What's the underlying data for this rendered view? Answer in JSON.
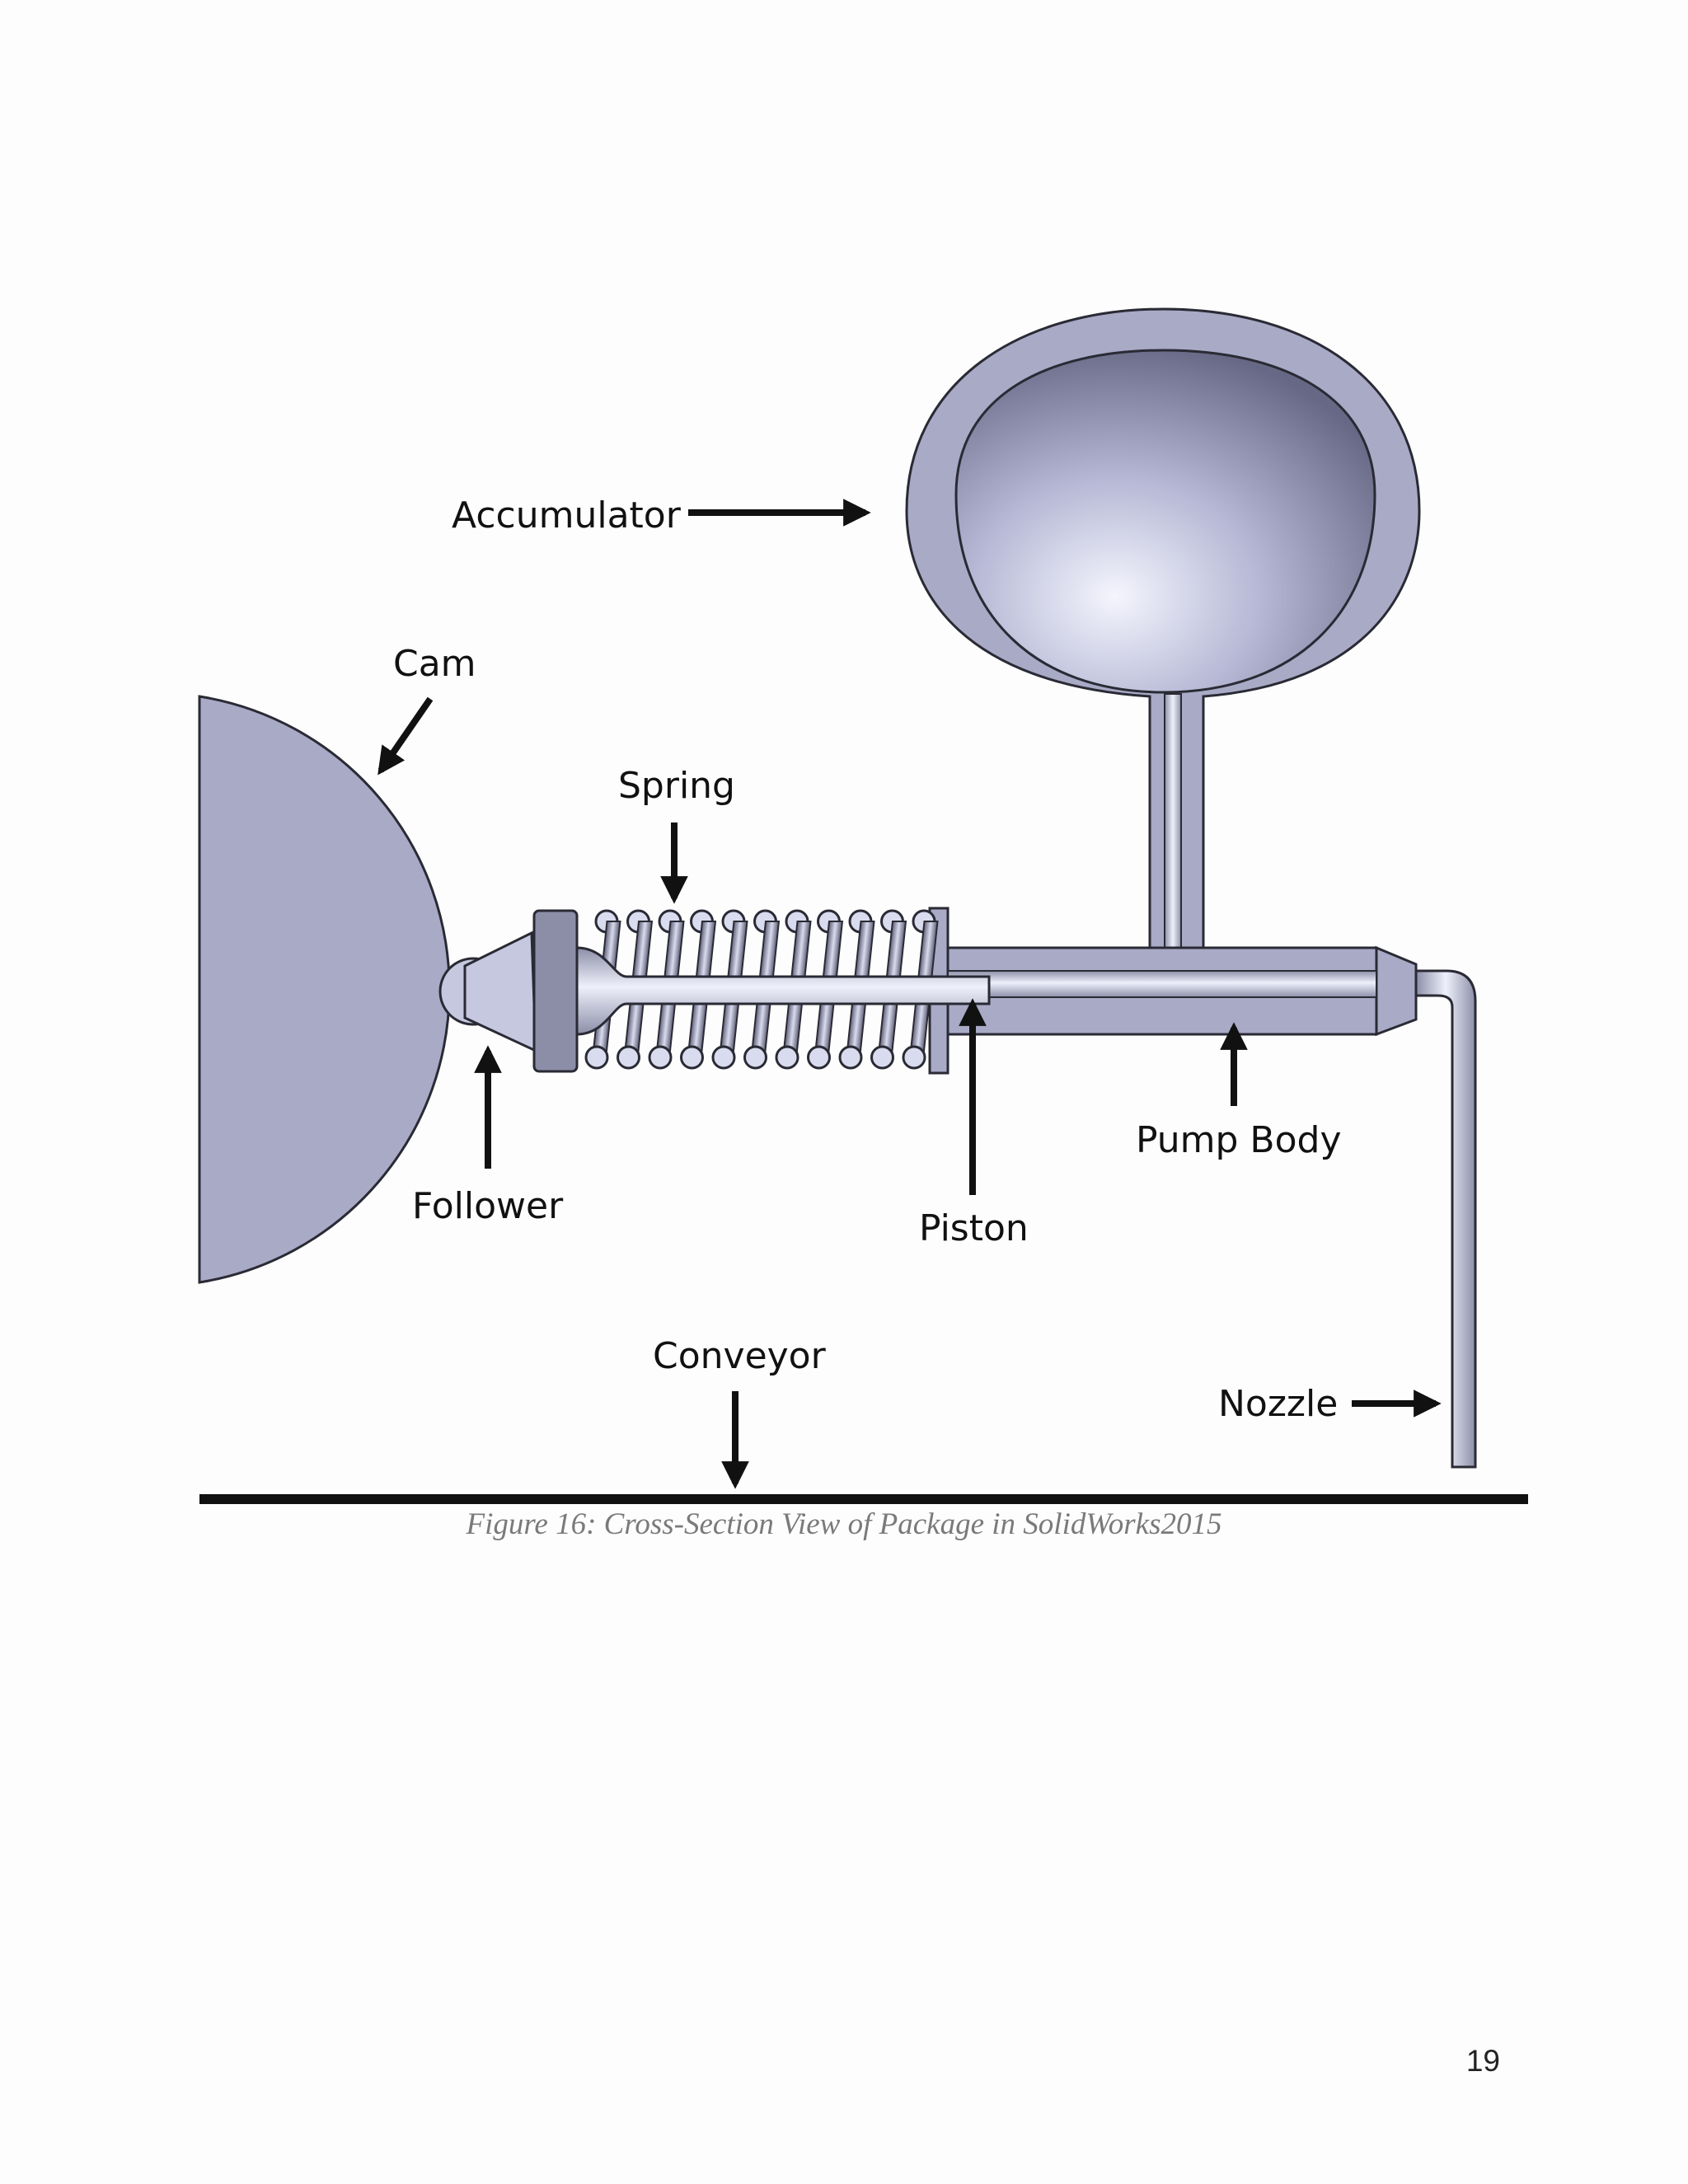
{
  "figure": {
    "labels": {
      "accumulator": "Accumulator",
      "cam": "Cam",
      "spring": "Spring",
      "follower": "Follower",
      "piston": "Piston",
      "pump_body": "Pump Body",
      "conveyor": "Conveyor",
      "nozzle": "Nozzle"
    },
    "colors": {
      "body": "#a8aac6",
      "outline": "#2a2a35",
      "cavity_dark": "#6f7090",
      "cavity_light": "#eef0fb",
      "arrow": "#111111"
    }
  },
  "caption": "Figure 16: Cross-Section View of Package in SolidWorks2015",
  "page_number": "19"
}
